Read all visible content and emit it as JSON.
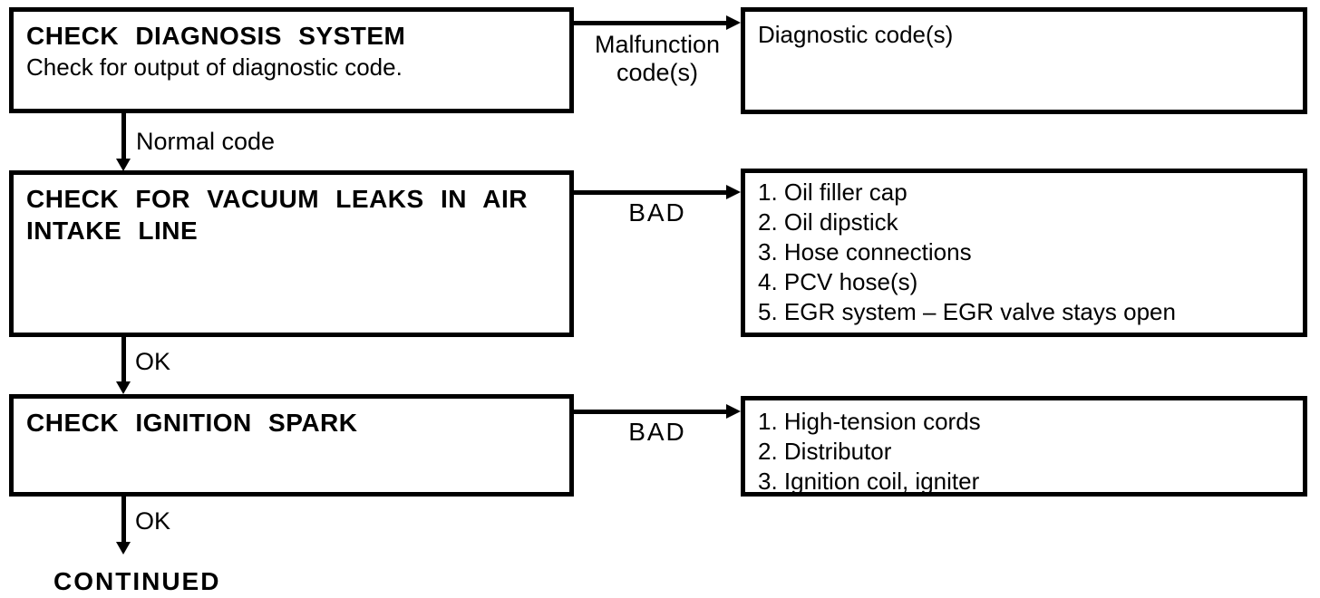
{
  "page": {
    "background_color": "#ffffff",
    "ink_color": "#000000"
  },
  "flowchart": {
    "steps": [
      {
        "title": "CHECK DIAGNOSIS SYSTEM",
        "description": "Check for output of diagnostic code.",
        "branch_label": "Malfunction code(s)",
        "results": [
          "Diagnostic code(s)"
        ],
        "down_label": "Normal code"
      },
      {
        "title": "CHECK FOR VACUUM LEAKS IN AIR INTAKE LINE",
        "branch_label": "BAD",
        "results": [
          "1. Oil filler cap",
          "2. Oil dipstick",
          "3. Hose connections",
          "4. PCV hose(s)",
          "5. EGR system – EGR valve stays open"
        ],
        "down_label": "OK"
      },
      {
        "title": "CHECK IGNITION SPARK",
        "branch_label": "BAD",
        "results": [
          "1. High-tension cords",
          "2. Distributor",
          "3. Ignition coil, igniter"
        ],
        "down_label": "OK"
      }
    ],
    "footer": "CONTINUED"
  }
}
